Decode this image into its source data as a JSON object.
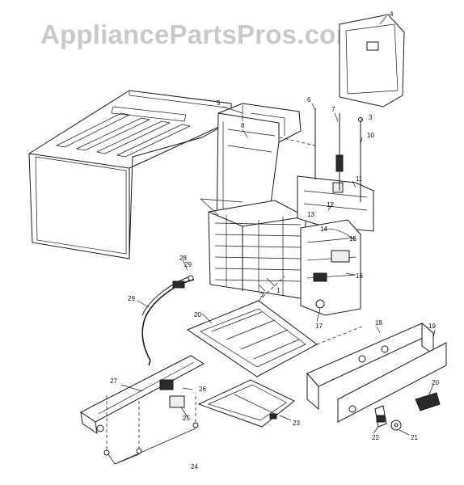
{
  "watermark": "AppliancePartsPros.com",
  "callouts": [
    {
      "id": "c4",
      "text": "4"
    },
    {
      "id": "c5",
      "text": "5"
    },
    {
      "id": "c6",
      "text": "6"
    },
    {
      "id": "c7",
      "text": "7"
    },
    {
      "id": "c3",
      "text": "3"
    },
    {
      "id": "c10",
      "text": "10"
    },
    {
      "id": "c8",
      "text": "8"
    },
    {
      "id": "c11",
      "text": "11"
    },
    {
      "id": "c12",
      "text": "12"
    },
    {
      "id": "c13",
      "text": "13"
    },
    {
      "id": "c14",
      "text": "14"
    },
    {
      "id": "c15",
      "text": "15"
    },
    {
      "id": "c16",
      "text": "16"
    },
    {
      "id": "c17",
      "text": "17"
    },
    {
      "id": "c1",
      "text": "1"
    },
    {
      "id": "c2",
      "text": "2"
    },
    {
      "id": "c18",
      "text": "18"
    },
    {
      "id": "c19",
      "text": "19"
    },
    {
      "id": "c20",
      "text": "20"
    },
    {
      "id": "c21",
      "text": "21"
    },
    {
      "id": "c22",
      "text": "22"
    },
    {
      "id": "c23",
      "text": "23"
    },
    {
      "id": "c24",
      "text": "24"
    },
    {
      "id": "c25",
      "text": "25"
    },
    {
      "id": "c26",
      "text": "26"
    },
    {
      "id": "c27",
      "text": "27"
    },
    {
      "id": "c28",
      "text": "28"
    },
    {
      "id": "c29",
      "text": "29"
    },
    {
      "id": "c29b",
      "text": "29"
    },
    {
      "id": "c20b",
      "text": "20"
    }
  ]
}
